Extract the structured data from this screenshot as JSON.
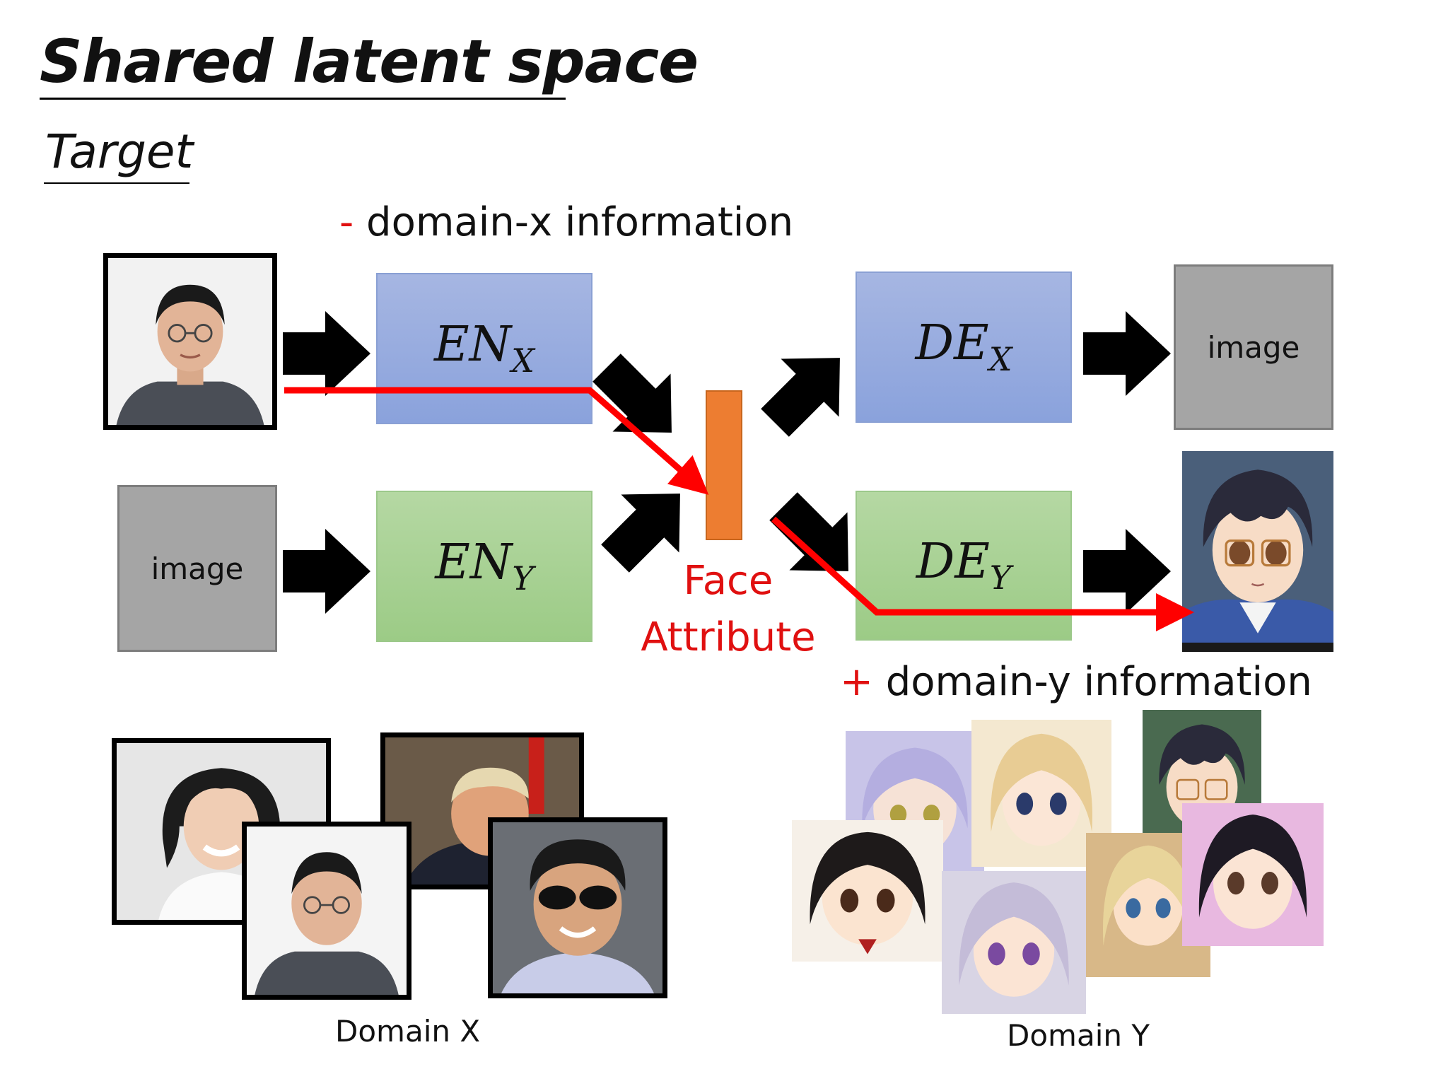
{
  "slide": {
    "title": "Shared latent space",
    "subtitle": "Target"
  },
  "annotations": {
    "minus_sign": "-",
    "minus_text": "domain-x information",
    "plus_sign": "+",
    "plus_text": "domain-y information"
  },
  "blocks": {
    "encoder_x": {
      "main": "EN",
      "sub": "X"
    },
    "encoder_y": {
      "main": "EN",
      "sub": "Y"
    },
    "decoder_x": {
      "main": "DE",
      "sub": "X"
    },
    "decoder_y": {
      "main": "DE",
      "sub": "Y"
    },
    "latent": {
      "label_line1": "Face",
      "label_line2": "Attribute"
    },
    "input_y_placeholder": "image",
    "output_x_placeholder": "image"
  },
  "captions": {
    "domain_x": "Domain X",
    "domain_y": "Domain Y"
  },
  "colors": {
    "encoder_x_fill": "#a6b6e2",
    "encoder_y_fill": "#b5d8a3",
    "latent_fill": "#ed7d31",
    "path_red": "#ff0000",
    "placeholder_gray": "#a5a5a5"
  },
  "icons": {
    "flow_arrow": "thick-black-arrow",
    "path_arrow": "red-path-arrow"
  }
}
